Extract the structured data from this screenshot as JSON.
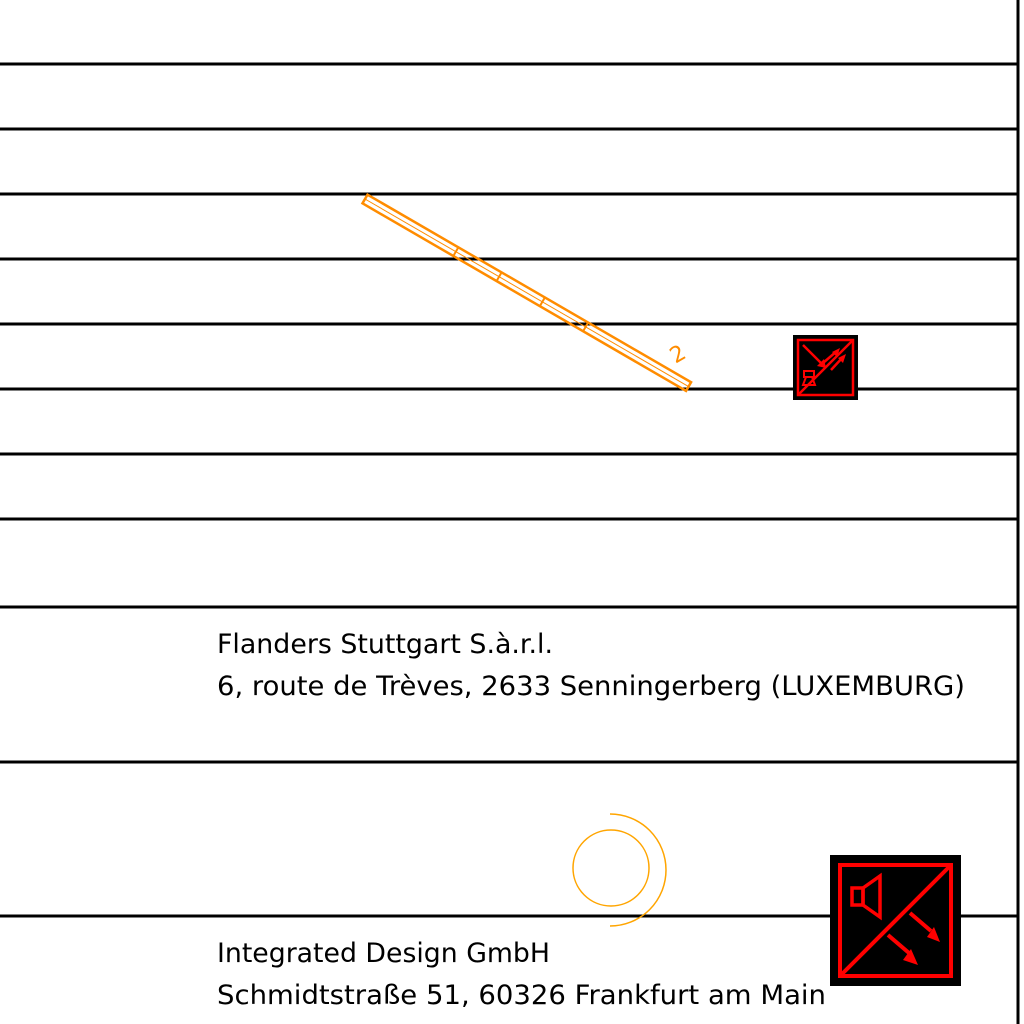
{
  "drawing": {
    "line_color": "#000000",
    "accent_color": "#FF8C00",
    "symbol_color": "#FF0000",
    "dimension_label": "2"
  },
  "title_block": {
    "company_1": {
      "name": "Flanders Stuttgart S.à.r.l.",
      "address": "6, route de Trèves,  2633 Senningerberg (LUXEMBURG)"
    },
    "company_2": {
      "name": "Integrated Design GmbH",
      "address": "Schmidtstraße 51,  60326 Frankfurt am Main"
    }
  },
  "icons": {
    "small_symbol": "speaker-arrows-icon",
    "large_symbol": "speaker-arrows-icon",
    "arc_mark": "orange-circle-arc"
  }
}
